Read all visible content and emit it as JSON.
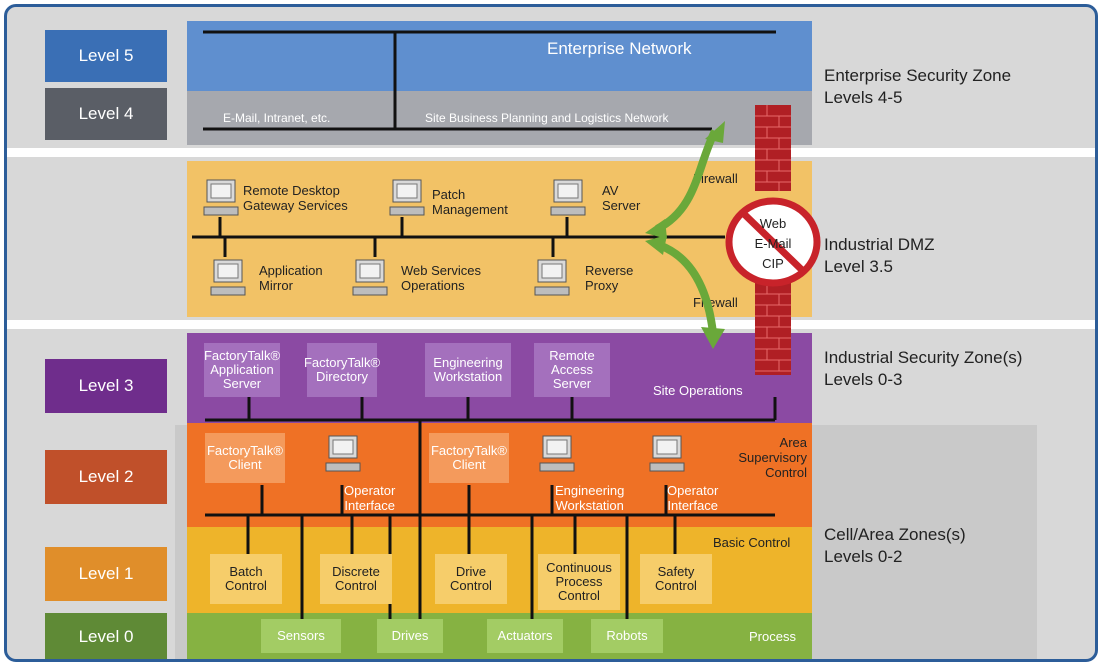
{
  "levels": {
    "l5": "Level 5",
    "l4": "Level 4",
    "l3": "Level 3",
    "l2": "Level 2",
    "l1": "Level 1",
    "l0": "Level 0"
  },
  "zones": {
    "enterprise": {
      "name": "Enterprise Security Zone",
      "levels": "Levels 4-5"
    },
    "dmz": {
      "name": "Industrial DMZ",
      "levels": "Level 3.5"
    },
    "industrial": {
      "name": "Industrial Security Zone(s)",
      "levels": "Levels 0-3"
    },
    "cell": {
      "name": "Cell/Area Zones(s)",
      "levels": "Levels 0-2"
    }
  },
  "enterprise": {
    "network": "Enterprise Network",
    "email": "E-Mail, Intranet, etc.",
    "site_business": "Site Business Planning and Logistics Network"
  },
  "dmz": {
    "remote_desktop": [
      "Remote Desktop",
      "Gateway Services"
    ],
    "patch": [
      "Patch",
      "Management"
    ],
    "av": [
      "AV",
      "Server"
    ],
    "app_mirror": [
      "Application",
      "Mirror"
    ],
    "web_services": [
      "Web Services",
      "Operations"
    ],
    "reverse_proxy": [
      "Reverse",
      "Proxy"
    ],
    "firewall_top": "Firewall",
    "firewall_bottom": "Firewall",
    "blocked": [
      "Web",
      "E-Mail",
      "CIP"
    ]
  },
  "level3": {
    "ft_app": [
      "FactoryTalk®",
      "Application",
      "Server"
    ],
    "ft_dir": [
      "FactoryTalk®",
      "Directory"
    ],
    "eng_ws": [
      "Engineering",
      "Workstation"
    ],
    "remote_access": [
      "Remote",
      "Access",
      "Server"
    ],
    "site_ops": "Site Operations"
  },
  "level2": {
    "ft_client1": [
      "FactoryTalk®",
      "Client"
    ],
    "op_iface1": [
      "Operator",
      "Interface"
    ],
    "ft_client2": [
      "FactoryTalk®",
      "Client"
    ],
    "eng_ws": [
      "Engineering",
      "Workstation"
    ],
    "op_iface2": [
      "Operator",
      "Interface"
    ],
    "area_sup": [
      "Area",
      "Supervisory",
      "Control"
    ]
  },
  "level1": {
    "batch": [
      "Batch",
      "Control"
    ],
    "discrete": [
      "Discrete",
      "Control"
    ],
    "drive": [
      "Drive",
      "Control"
    ],
    "continuous": [
      "Continuous",
      "Process",
      "Control"
    ],
    "safety": [
      "Safety",
      "Control"
    ],
    "basic": "Basic Control"
  },
  "level0": {
    "sensors": "Sensors",
    "drives": "Drives",
    "actuators": "Actuators",
    "robots": "Robots",
    "process": "Process"
  },
  "colors": {
    "l5": "#3a6fb5",
    "l4": "#5a5e66",
    "l3": "#6f2d8c",
    "l2": "#c0502a",
    "l1": "#e08e2a",
    "l0": "#5f8a36",
    "enterprise_band": "#5f8fcf",
    "dmz_band": "#f2c266",
    "l3_band": "#8b4aa3",
    "l2_band": "#ef7125",
    "l1_band": "#eeb42a",
    "l0_band": "#86b242",
    "firewall": "#b01f24",
    "arrow": "#6aa83a"
  }
}
